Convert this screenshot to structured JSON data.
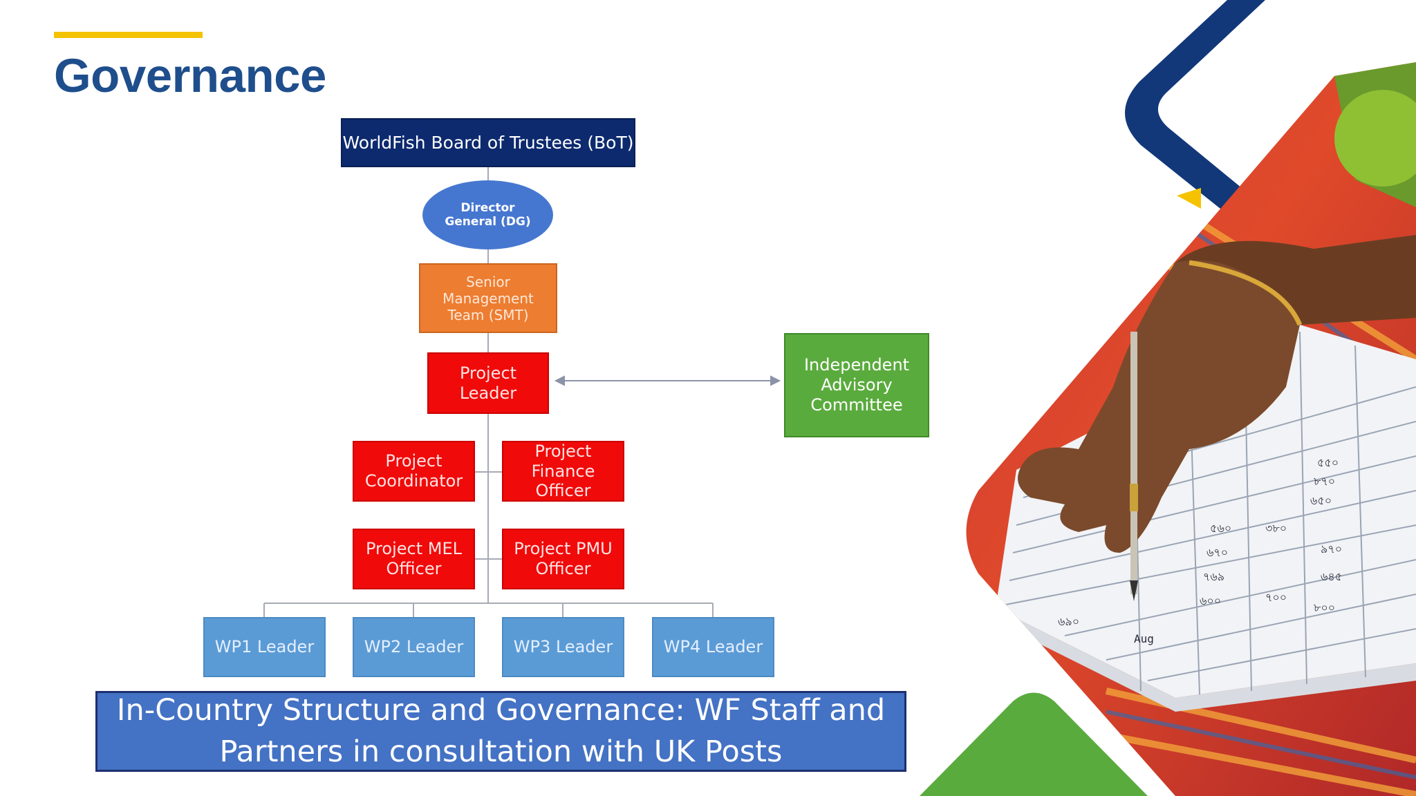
{
  "slide": {
    "title": "Governance",
    "colors": {
      "accent": "#f5c200",
      "title": "#1e4e8c",
      "navy": "#0d2a6e",
      "green": "#5aab3d"
    }
  },
  "org_chart": {
    "board": "WorldFish Board of Trustees (BoT)",
    "director": "Director\nGeneral (DG)",
    "smt": "Senior\nManagement\nTeam (SMT)",
    "project_leader": "Project Leader",
    "coordinator": "Project\nCoordinator",
    "finance_officer": "Project\nFinance Officer",
    "mel_officer": "Project MEL\nOfficer",
    "pmu_officer": "Project PMU\nOfficer",
    "wp_leaders": [
      "WP1 Leader",
      "WP2 Leader",
      "WP3 Leader",
      "WP4 Leader"
    ],
    "advisory": "Independent\nAdvisory\nCommittee"
  },
  "caption": "In-Country Structure and Governance: WF Staff and\nPartners in consultation with UK Posts",
  "photo": {
    "subject": "hand-writing-in-register-photo",
    "handwriting": [
      "৫৫০",
      "৮৭০",
      "৬৫০",
      "৩৮০",
      "৯৭০",
      "৬৪৫",
      "৫৬০",
      "৬৭০",
      "৭৬৯",
      "৬০০",
      "৭০০",
      "৮০০",
      "Aug",
      "৬৯০"
    ]
  }
}
